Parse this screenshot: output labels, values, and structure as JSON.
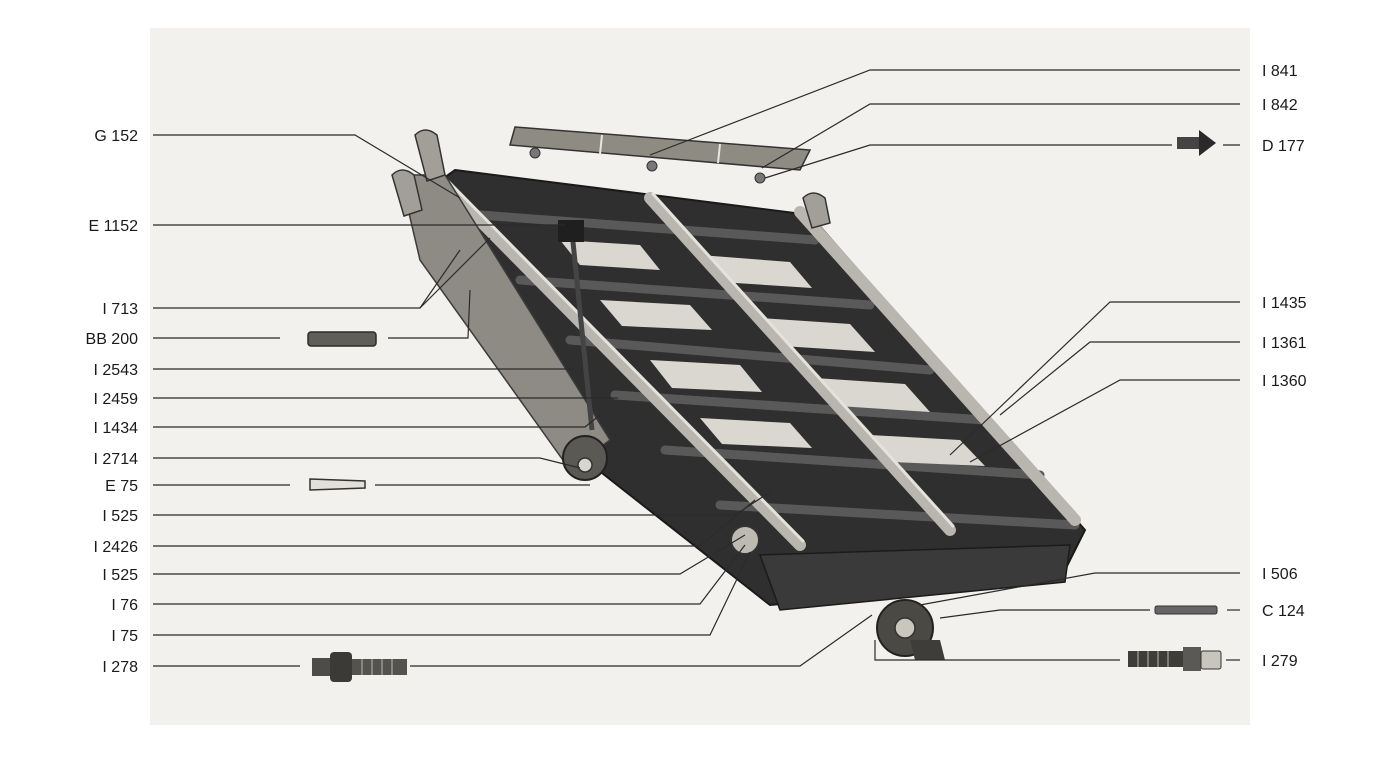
{
  "diagram": {
    "callouts_left": [
      {
        "id": "g152",
        "text": "G 152"
      },
      {
        "id": "e1152",
        "text": "E 1152"
      },
      {
        "id": "i713",
        "text": "I 713"
      },
      {
        "id": "bb200",
        "text": "BB 200"
      },
      {
        "id": "i2543",
        "text": "I 2543"
      },
      {
        "id": "i2459",
        "text": "I 2459"
      },
      {
        "id": "i1434",
        "text": "I 1434"
      },
      {
        "id": "i2714",
        "text": "I 2714"
      },
      {
        "id": "e75",
        "text": "E 75"
      },
      {
        "id": "i525a",
        "text": "I 525"
      },
      {
        "id": "i2426",
        "text": "I 2426"
      },
      {
        "id": "i525b",
        "text": "I 525"
      },
      {
        "id": "i76",
        "text": "I 76"
      },
      {
        "id": "i75",
        "text": "I 75"
      },
      {
        "id": "i278",
        "text": "I 278"
      }
    ],
    "callouts_right": [
      {
        "id": "i841",
        "text": "I 841"
      },
      {
        "id": "i842",
        "text": "I 842"
      },
      {
        "id": "d177",
        "text": "D 177"
      },
      {
        "id": "i1435",
        "text": "I 1435"
      },
      {
        "id": "i1361",
        "text": "I 1361"
      },
      {
        "id": "i1360",
        "text": "I 1360"
      },
      {
        "id": "i506",
        "text": "I 506"
      },
      {
        "id": "c124",
        "text": "C 124"
      },
      {
        "id": "i279",
        "text": "I 279"
      }
    ]
  }
}
